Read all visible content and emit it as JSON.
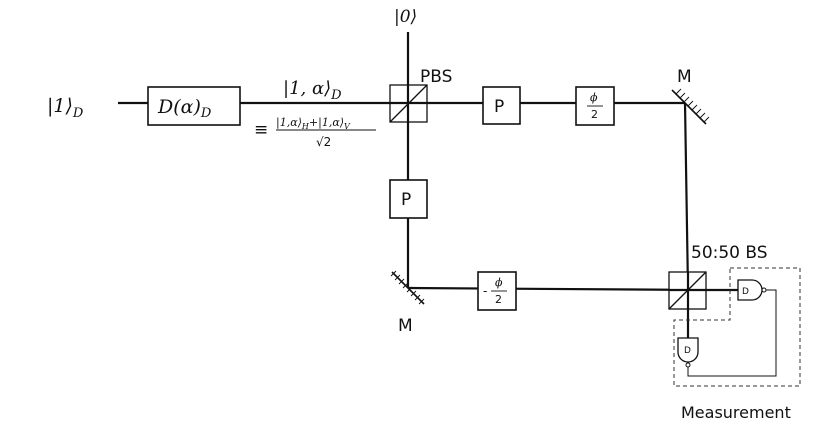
{
  "labels": {
    "input_state": "|1⟩",
    "input_sub": "D",
    "vacuum_state": "|0⟩",
    "displacement_main": "D(α)",
    "displacement_sub": "D",
    "beam_state": "|1, α⟩",
    "beam_state_sub": "D",
    "equiv": "≡",
    "frac_num_a": "|1,α⟩",
    "frac_num_a_sub": "H",
    "frac_plus": "+",
    "frac_num_b": "|1,α⟩",
    "frac_num_b_sub": "V",
    "frac_den": "√2",
    "pbs": "PBS",
    "phase_box_top": "P",
    "phase_box_left": "P",
    "phi_top_num": "ϕ",
    "phi_top_den": "2",
    "phi_bottom_sign": "-",
    "phi_bottom_num": "ϕ",
    "phi_bottom_den": "2",
    "mirror_top_right": "M",
    "mirror_bottom_left": "M",
    "bs": "50:50 BS",
    "detector_a": "D",
    "detector_b": "D",
    "measurement": "Measurement"
  },
  "colors": {
    "line": "#111111",
    "box_fill": "#ffffff",
    "dashed": "#333333"
  }
}
